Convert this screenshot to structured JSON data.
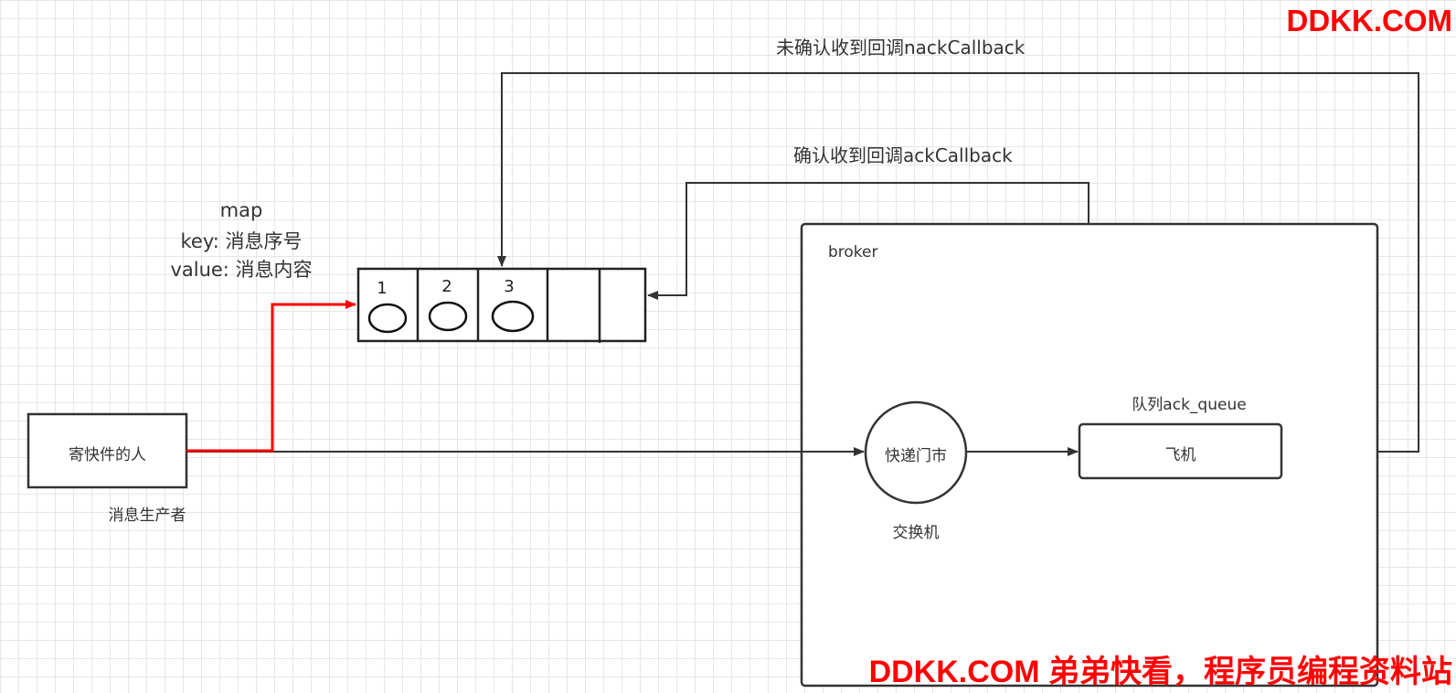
{
  "watermark_top": "DDKK.COM",
  "watermark_bottom": "DDKK.COM 弟弟快看，程序员编程资料站",
  "labels": {
    "nack_callback": "未确认收到回调nackCallback",
    "ack_callback": "确认收到回调ackCallback",
    "map_title": "map",
    "map_key": "key: 消息序号",
    "map_value": "value: 消息内容",
    "broker": "broker",
    "queue_name": "队列ack_queue",
    "exchange_caption": "交换机",
    "producer_caption": "消息生产者"
  },
  "nodes": {
    "producer": "寄快件的人",
    "exchange": "快递门市",
    "queue": "飞机"
  },
  "map_slots": [
    "1",
    "2",
    "3",
    "",
    ""
  ],
  "colors": {
    "line": "#333333",
    "highlight": "#ff0000",
    "watermark": "#ff0000"
  }
}
